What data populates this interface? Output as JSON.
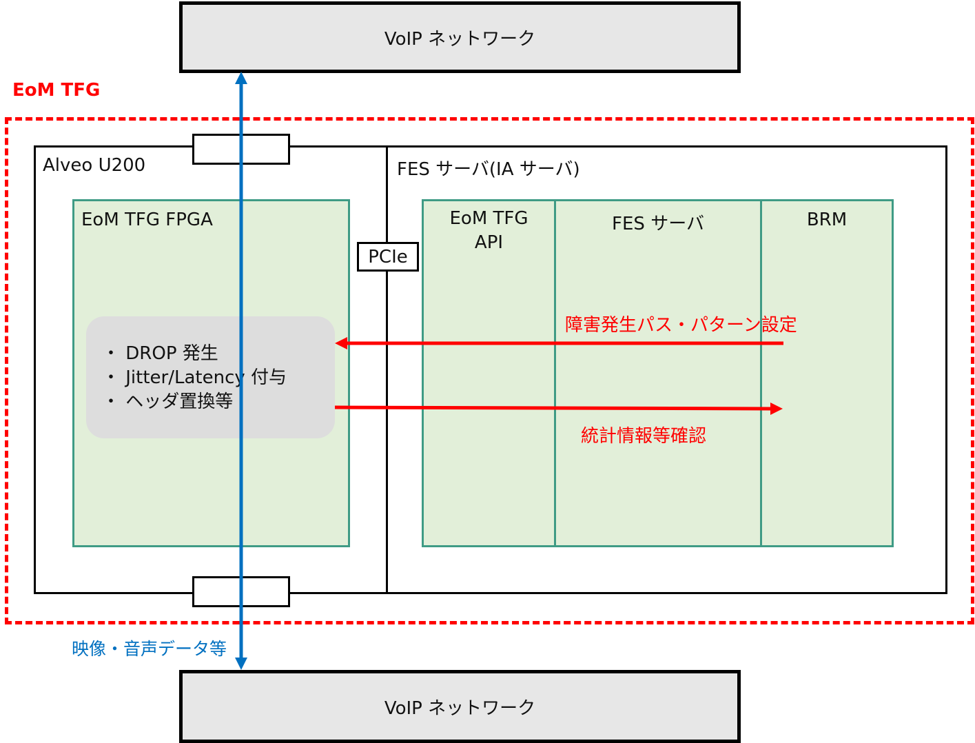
{
  "network_top": {
    "label": "VoIP ネットワーク"
  },
  "network_bottom": {
    "label": "VoIP ネットワーク"
  },
  "eom_tfg_label": "EoM TFG",
  "alveo": {
    "title": "Alveo U200",
    "fpga": {
      "title": "EoM TFG FPGA"
    },
    "functions": [
      "・ DROP 発生",
      "・ Jitter/Latency 付与",
      "・ ヘッダ置換等"
    ]
  },
  "pcie_label": "PCIe",
  "fes": {
    "title": "FES サーバ(IA サーバ)",
    "api_label_line1": "EoM TFG",
    "api_label_line2": "API",
    "fes_server_label": "FES サーバ",
    "brm_label": "BRM"
  },
  "arrows": {
    "setting_label": "障害発生パス・パターン設定",
    "stats_label": "統計情報等確認",
    "data_label": "映像・音声データ等"
  },
  "colors": {
    "red": "#ff0000",
    "blue": "#0070c0",
    "green_fill": "#e2efd9",
    "green_border": "#3f9b85",
    "gray_fill": "#dddddd"
  }
}
